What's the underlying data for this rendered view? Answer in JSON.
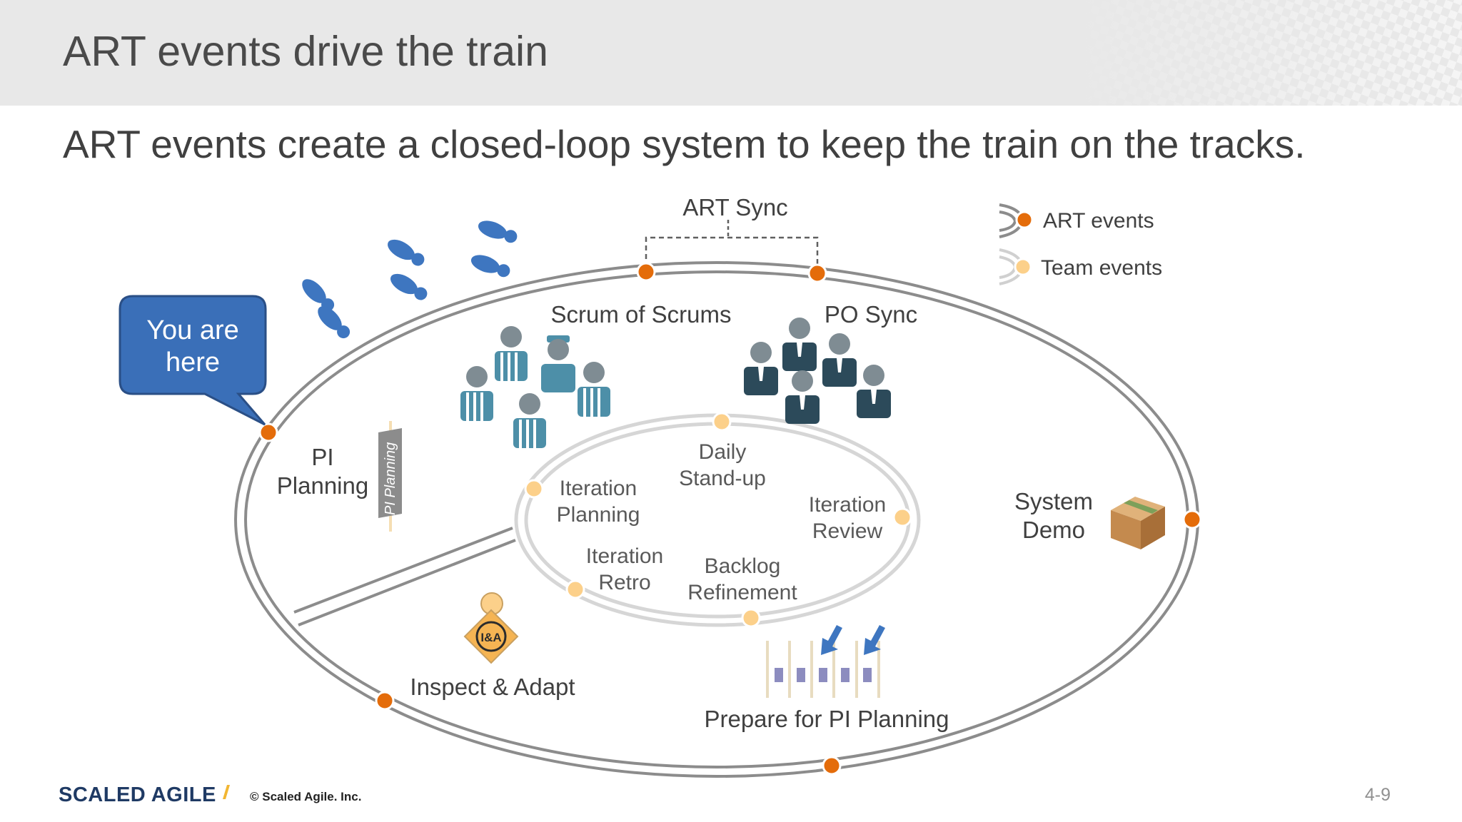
{
  "slide": {
    "title": "ART events drive the train",
    "subtitle": "ART events create a closed-loop system to keep the train on the tracks.",
    "page_number": "4-9"
  },
  "callout": {
    "line1": "You are",
    "line2": "here"
  },
  "legend": {
    "art_events": "ART events",
    "team_events": "Team events",
    "colors": {
      "art": "#e46c0a",
      "team": "#fcd08a"
    }
  },
  "art_events": {
    "art_sync": "ART Sync",
    "scrum_of_scrums": "Scrum of Scrums",
    "po_sync": "PO Sync",
    "pi_planning_line1": "PI",
    "pi_planning_line2": "Planning",
    "pi_planning_flag": "PI Planning",
    "system_demo_line1": "System",
    "system_demo_line2": "Demo",
    "inspect_adapt": "Inspect & Adapt",
    "ia_badge": "I&A",
    "prepare_pi_planning": "Prepare for PI Planning"
  },
  "team_events": {
    "daily_standup_line1": "Daily",
    "daily_standup_line2": "Stand-up",
    "iteration_planning_line1": "Iteration",
    "iteration_planning_line2": "Planning",
    "iteration_review_line1": "Iteration",
    "iteration_review_line2": "Review",
    "iteration_retro_line1": "Iteration",
    "iteration_retro_line2": "Retro",
    "backlog_refinement_line1": "Backlog",
    "backlog_refinement_line2": "Refinement"
  },
  "footer": {
    "logo": "SCALED AGILE",
    "copyright": "© Scaled Agile. Inc."
  },
  "colors": {
    "track": "#8c8c8c",
    "callout": "#3a6fb8",
    "footprint": "#3e76c0",
    "people": "#7f8c93",
    "people_suit": "#2c4a5a",
    "stripe": "#4d8fa8"
  }
}
